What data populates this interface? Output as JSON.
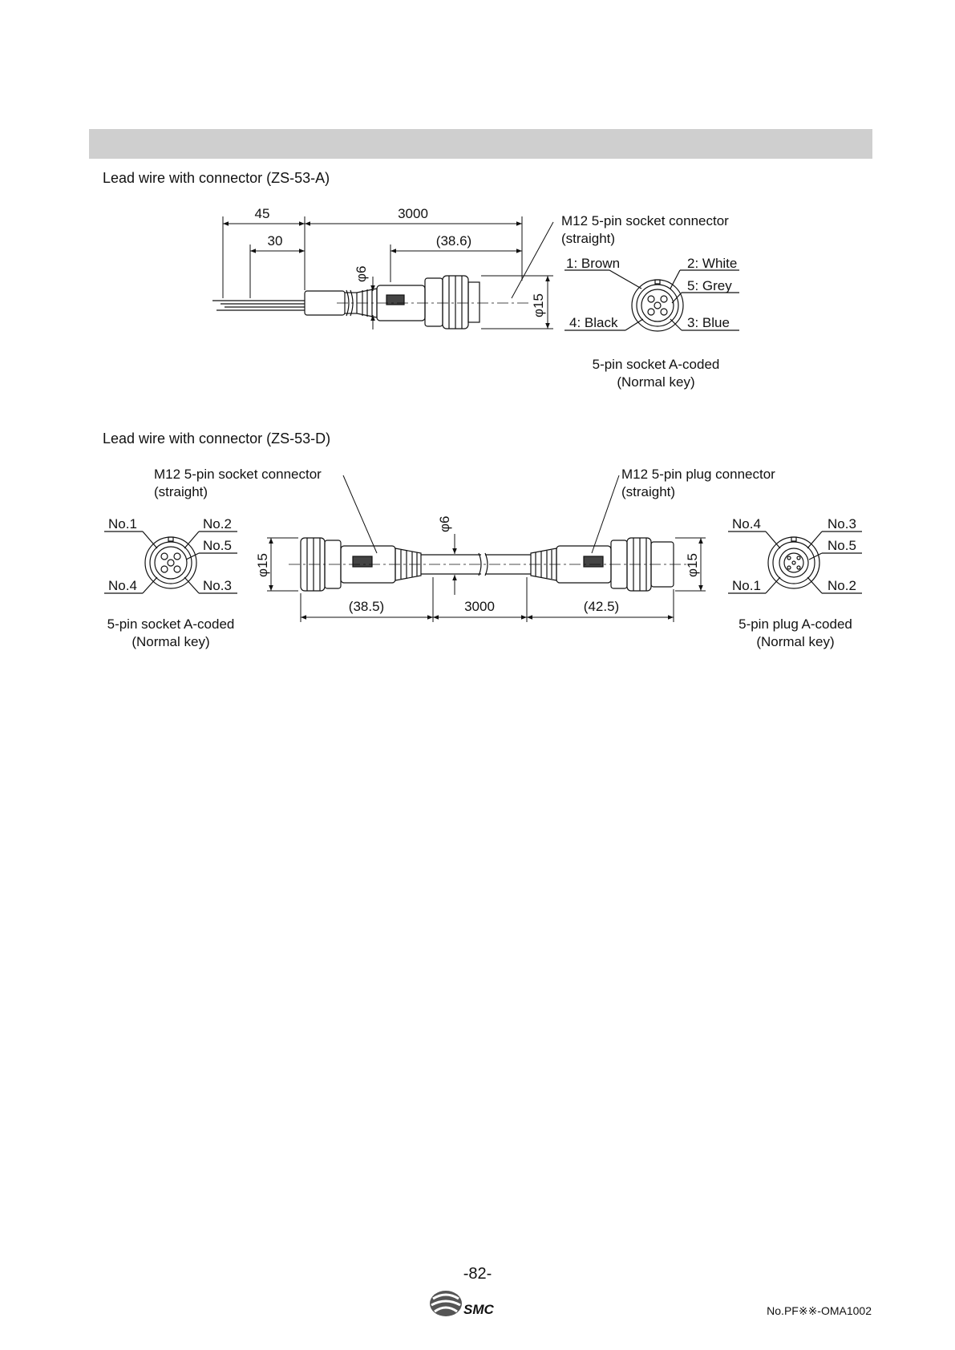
{
  "section_a": {
    "caption": "Lead wire with connector (ZS-53-A)",
    "dims": {
      "d45": "45",
      "d30": "30",
      "d3000": "3000",
      "d38_6": "(38.6)",
      "phi6": "φ6",
      "phi15": "φ15"
    },
    "connector_label_1": "M12 5-pin socket connector",
    "connector_label_2": "(straight)",
    "pins": {
      "p1": "1: Brown",
      "p2": "2: White",
      "p5": "5: Grey",
      "p4": "4: Black",
      "p3": "3: Blue"
    },
    "face_label_1": "5-pin socket A-coded",
    "face_label_2": "(Normal key)"
  },
  "section_d": {
    "caption": "Lead wire with connector (ZS-53-D)",
    "socket_label_1": "M12 5-pin socket connector",
    "socket_label_2": "(straight)",
    "plug_label_1": "M12 5-pin plug connector",
    "plug_label_2": "(straight)",
    "socket_pins": {
      "p1": "No.1",
      "p2": "No.2",
      "p5": "No.5",
      "p4": "No.4",
      "p3": "No.3"
    },
    "plug_pins": {
      "p4": "No.4",
      "p3": "No.3",
      "p5": "No.5",
      "p1": "No.1",
      "p2": "No.2"
    },
    "dims": {
      "d38_5": "(38.5)",
      "d3000": "3000",
      "d42_5": "(42.5)",
      "phi6": "φ6",
      "phi15_left": "φ15",
      "phi15_right": "φ15"
    },
    "socket_face_1": "5-pin socket A-coded",
    "socket_face_2": "(Normal key)",
    "plug_face_1": "5-pin plug A-coded",
    "plug_face_2": "(Normal key)"
  },
  "footer": {
    "page_number": "-82-",
    "logo_text": "SMC",
    "doc_number": "No.PF※※-OMA1002"
  }
}
